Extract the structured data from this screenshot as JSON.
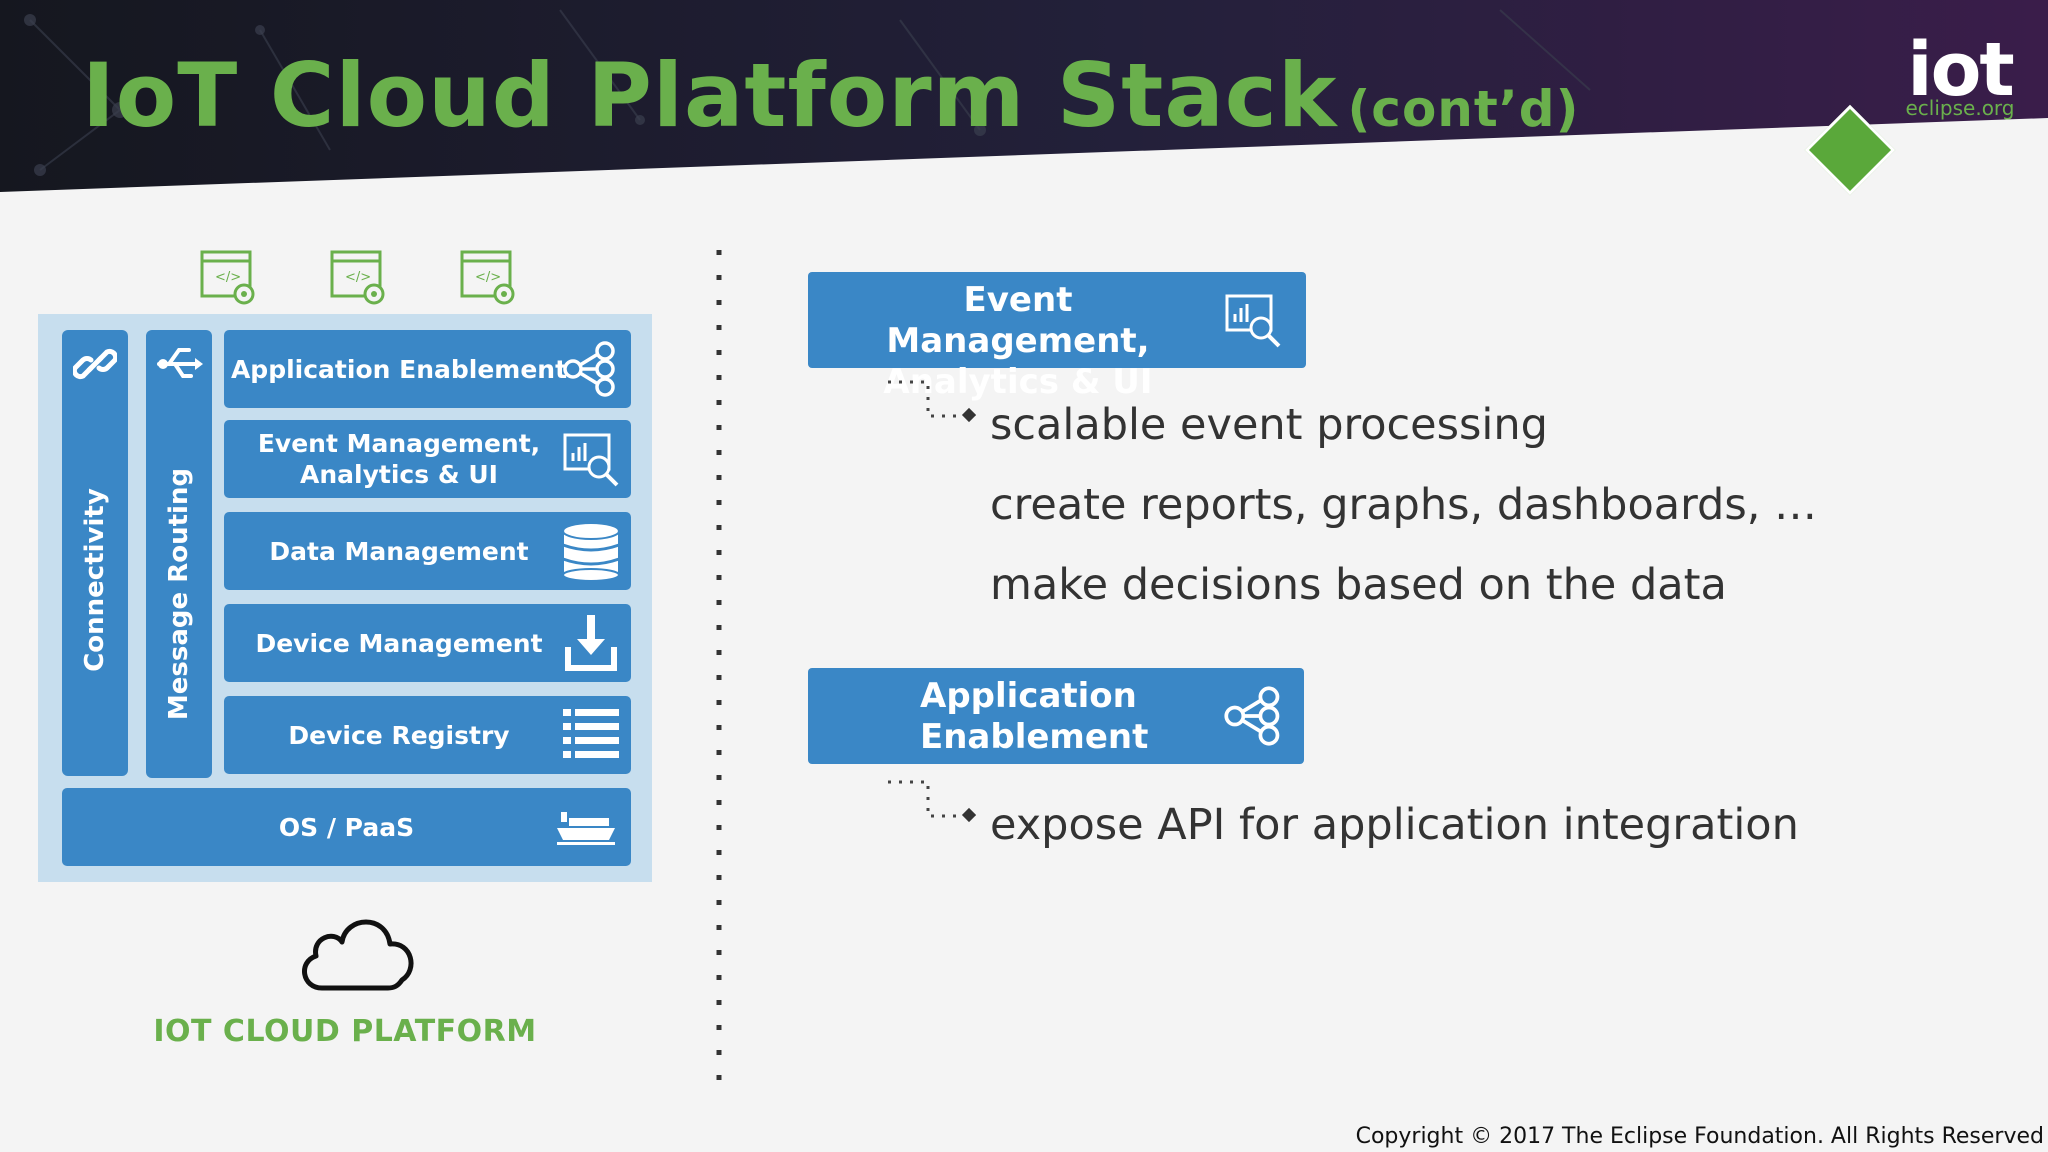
{
  "slide": {
    "title": "IoT Cloud Platform Stack",
    "title_suffix": "(cont’d)",
    "logo_main": "iot",
    "logo_sub": "eclipse.org"
  },
  "stack": {
    "vertical": [
      {
        "label": "Connectivity",
        "icon": "link-icon"
      },
      {
        "label": "Message Routing",
        "icon": "usb-icon"
      }
    ],
    "layers": [
      {
        "label": "Application Enablement",
        "icon": "share-icon"
      },
      {
        "label": "Event Management, Analytics & UI",
        "icon": "analytics-icon"
      },
      {
        "label": "Data Management",
        "icon": "database-icon"
      },
      {
        "label": "Device Management",
        "icon": "download-icon"
      },
      {
        "label": "Device Registry",
        "icon": "list-icon"
      }
    ],
    "base": {
      "label": "OS / PaaS",
      "icon": "ship-icon"
    },
    "platform_label": "IOT CLOUD PLATFORM"
  },
  "details": [
    {
      "title": "Event Management, Analytics & UI",
      "icon": "analytics-icon",
      "bullets": [
        "scalable event processing",
        "create reports, graphs, dashboards, …",
        "make decisions based on the data"
      ]
    },
    {
      "title": "Application Enablement",
      "icon": "share-icon",
      "bullets": [
        "expose API for application integration"
      ]
    }
  ],
  "footer": {
    "copyright": "Copyright © 2017 The Eclipse Foundation. All Rights Reserved"
  },
  "colors": {
    "accent_green": "#6ab04c",
    "layer_blue": "#3a87c6",
    "stack_bg": "#c7deee",
    "header_dark": "#1a1a2e"
  }
}
